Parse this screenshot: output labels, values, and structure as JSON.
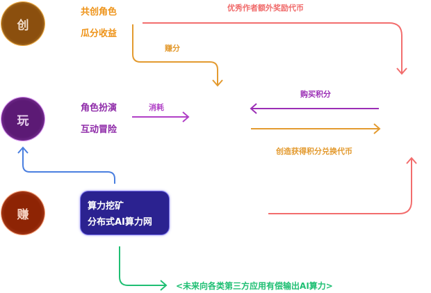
{
  "nodes": {
    "create": {
      "label": "创",
      "items": [
        "共创角色",
        "瓜分收益"
      ],
      "color": "#8b4f0e"
    },
    "play": {
      "label": "玩",
      "items": [
        "角色扮演",
        "互动冒险"
      ],
      "color": "#5c1a75"
    },
    "earn": {
      "label": "赚",
      "color": "#8e2404"
    }
  },
  "mining_box": {
    "lines": [
      "算力挖矿",
      "分布式AI算力网"
    ],
    "color": "#2b2290"
  },
  "edges": {
    "author_reward": {
      "label": "优秀作者额外奖励代币",
      "color": "#f06b6b"
    },
    "earn_points": {
      "label": "赚分",
      "color": "#e39a2f"
    },
    "consume": {
      "label": "消耗",
      "color": "#b03fc6"
    },
    "buy_points": {
      "label": "购买积分",
      "color": "#9b2eb5"
    },
    "create_exchange": {
      "label": "创造获得积分兑换代币",
      "color": "#e39a2f"
    },
    "future_output": {
      "label": "<未来向各类第三方应用有偿输出AI算力>",
      "color": "#1fbf73"
    }
  }
}
